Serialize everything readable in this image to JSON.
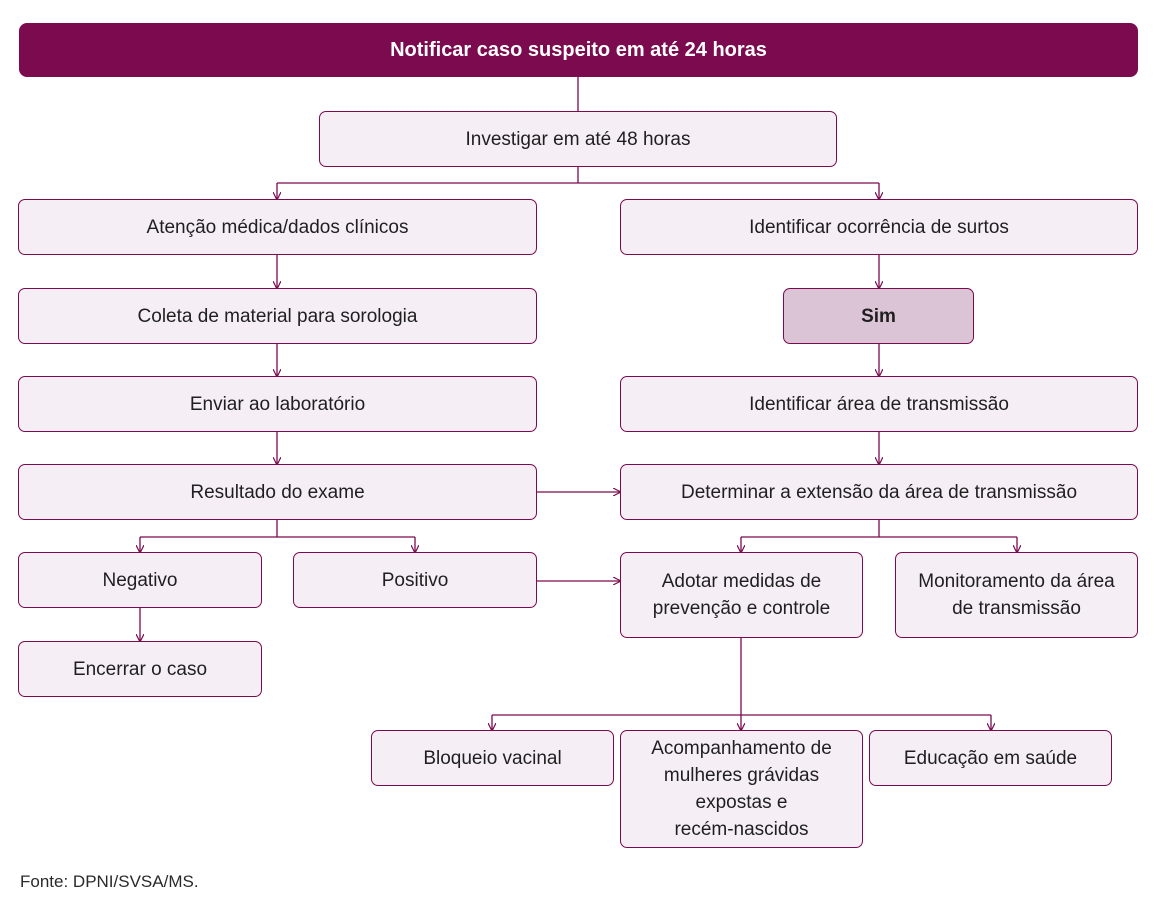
{
  "colors": {
    "accent": "#7b0a4e",
    "box_fill": "#f6eef5",
    "highlight_fill": "#dcc4d7"
  },
  "nodes": {
    "notificar": "Notificar caso suspeito em até 24 horas",
    "investigar": "Investigar em até 48 horas",
    "atencao": "Atenção médica/dados clínicos",
    "identificar_surtos": "Identificar ocorrência de surtos",
    "coleta": "Coleta de material para sorologia",
    "sim": "Sim",
    "enviar": "Enviar ao laboratório",
    "identificar_area": "Identificar área de transmissão",
    "resultado": "Resultado do exame",
    "determinar": "Determinar a extensão da área de transmissão",
    "negativo": "Negativo",
    "positivo": "Positivo",
    "adotar": "Adotar medidas de\nprevenção e controle",
    "monitoramento": "Monitoramento da área\nde transmissão",
    "encerrar": "Encerrar o caso",
    "bloqueio": "Bloqueio vacinal",
    "acompanhamento": "Acompanhamento de\nmulheres grávidas\nexpostas e\nrecém-nascidos",
    "educacao": "Educação em saúde"
  },
  "source": "Fonte: DPNI/SVSA/MS."
}
